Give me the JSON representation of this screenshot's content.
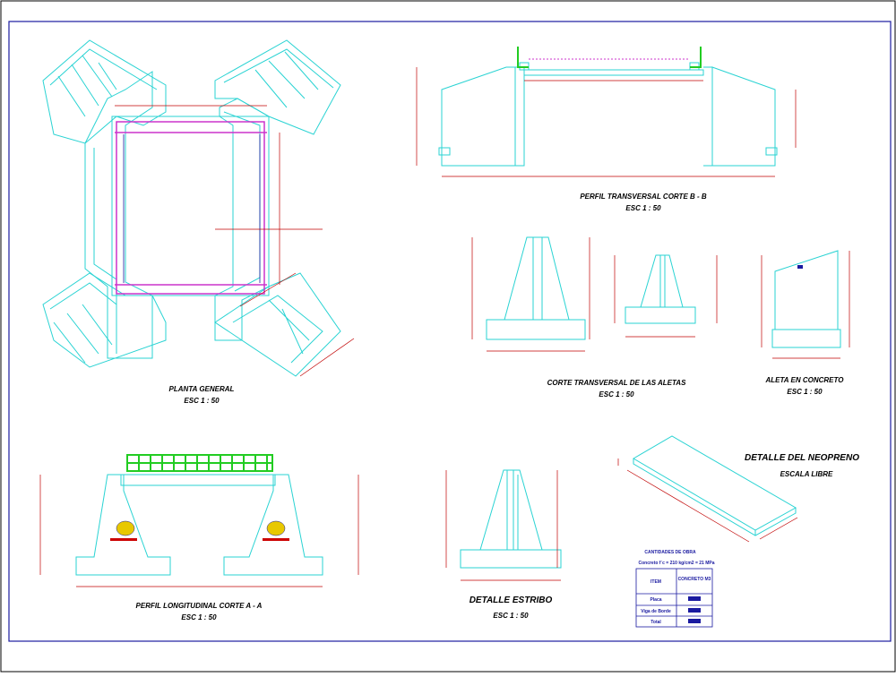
{
  "views": {
    "planta": {
      "title": "PLANTA GENERAL",
      "scale": "ESC 1 : 50"
    },
    "corte_bb": {
      "title": "PERFIL TRANSVERSAL CORTE B - B",
      "scale": "ESC 1 : 50"
    },
    "aletas": {
      "title": "CORTE TRANSVERSAL DE LAS ALETAS",
      "scale": "ESC 1 : 50"
    },
    "aleta_concreto": {
      "title": "ALETA EN CONCRETO",
      "scale": "ESC 1 : 50"
    },
    "corte_aa": {
      "title": "PERFIL LONGITUDINAL CORTE A - A",
      "scale": "ESC 1 : 50"
    },
    "estribo": {
      "title": "DETALLE ESTRIBO",
      "scale": "ESC 1 : 50"
    },
    "neopreno": {
      "title": "DETALLE DEL NEOPRENO",
      "scale": "ESCALA LIBRE"
    }
  },
  "quantities": {
    "title": "CANTIDADES DE OBRA",
    "subtitle": "Concreto f´c = 210 kg/cm2 = 21 MPa",
    "col_item": "ITEM",
    "col_concrete": "CONCRETO M3",
    "rows": [
      "Placa",
      "Viga de Borde",
      "Total"
    ]
  },
  "colors": {
    "border": "#1a1aa0",
    "structure": "#2ad3d3",
    "rebar": "#cc33cc",
    "dimension": "#c00000",
    "railing": "#22cc22",
    "neoprene": "#e8c800"
  }
}
